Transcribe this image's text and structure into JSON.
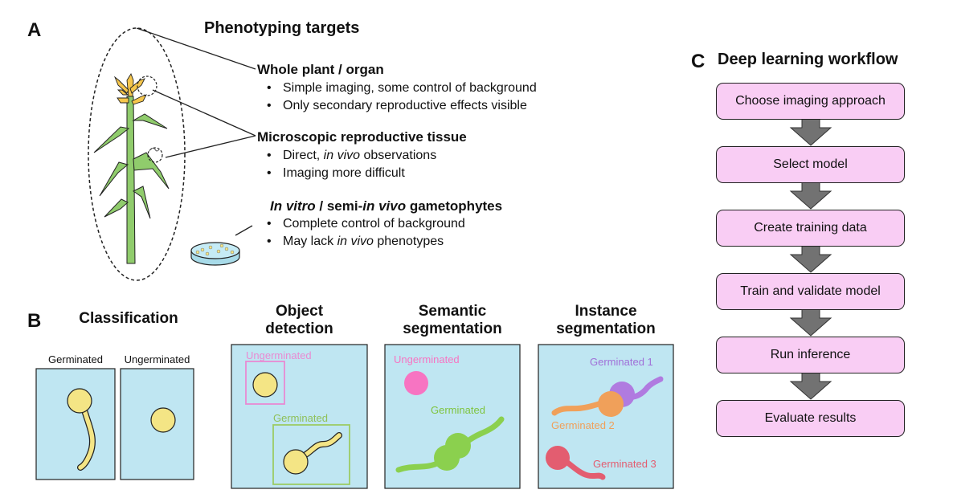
{
  "panels": {
    "a": {
      "letter": "A",
      "title": "Phenotyping targets",
      "targets": [
        {
          "title_html": "Whole plant / organ",
          "bullets": [
            "Simple imaging, some control of background",
            "Only secondary reproductive effects visible"
          ]
        },
        {
          "title_html": "Microscopic reproductive tissue",
          "bullets": [
            "Direct, <i>in vivo</i> observations",
            "Imaging more difficult"
          ]
        },
        {
          "title_html": "<i>In vitro</i> / semi-<i>in vivo</i> gametophytes",
          "bullets": [
            "Complete control of background",
            "May lack <i>in vivo</i> phenotypes"
          ]
        }
      ]
    },
    "b": {
      "letter": "B",
      "classification": {
        "title": "Classification",
        "labels": [
          "Germinated",
          "Ungerminated"
        ]
      },
      "object_detection": {
        "title_lines": [
          "Object",
          "detection"
        ],
        "labels": [
          "Ungerminated",
          "Germinated"
        ]
      },
      "semantic": {
        "title_lines": [
          "Semantic",
          "segmentation"
        ],
        "labels": [
          "Ungerminated",
          "Germinated"
        ]
      },
      "instance": {
        "title_lines": [
          "Instance",
          "segmentation"
        ],
        "labels": [
          "Germinated 1",
          "Germinated 2",
          "Germinated 3"
        ]
      }
    },
    "c": {
      "letter": "C",
      "title": "Deep learning workflow",
      "steps": [
        "Choose imaging approach",
        "Select model",
        "Create training data",
        "Train and validate model",
        "Run inference",
        "Evaluate results"
      ]
    }
  },
  "colors": {
    "panel_bg": "#bfe6f2",
    "pollen": "#f4e585",
    "box_pink": "#e98ad2",
    "box_green": "#9ccc65",
    "sem_pink": "#f774c2",
    "sem_green": "#8bd04e",
    "inst_purple": "#b07be0",
    "inst_orange": "#f0a05a",
    "inst_red": "#e35d70",
    "step_fill": "#f9cdf4",
    "arrow": "#727272"
  }
}
